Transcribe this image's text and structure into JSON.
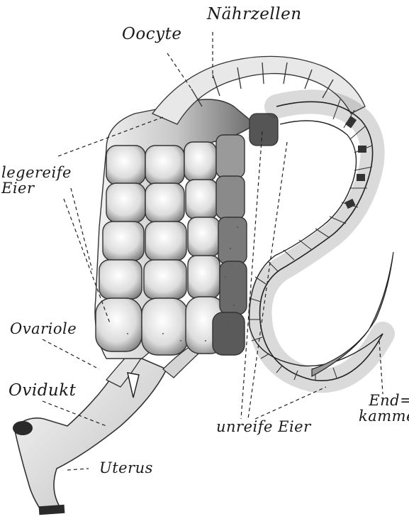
{
  "labels": {
    "oocyte": "Oocyte",
    "naehrzellen": "Nährzellen",
    "legereife_line1": "legereife",
    "legereife_line2": "Eier",
    "ovariole": "Ovariole",
    "ovidukt": "Ovidukt",
    "uterus": "Uterus",
    "unreife_eier": "unreife Eier",
    "endkammer_line1": "End=",
    "endkammer_line2": "kammer"
  },
  "colors": {
    "ink": "#1a1a1a",
    "stipple_light": "#d9d9d9",
    "stipple_dark": "#4a4a4a",
    "paper": "#ffffff"
  }
}
